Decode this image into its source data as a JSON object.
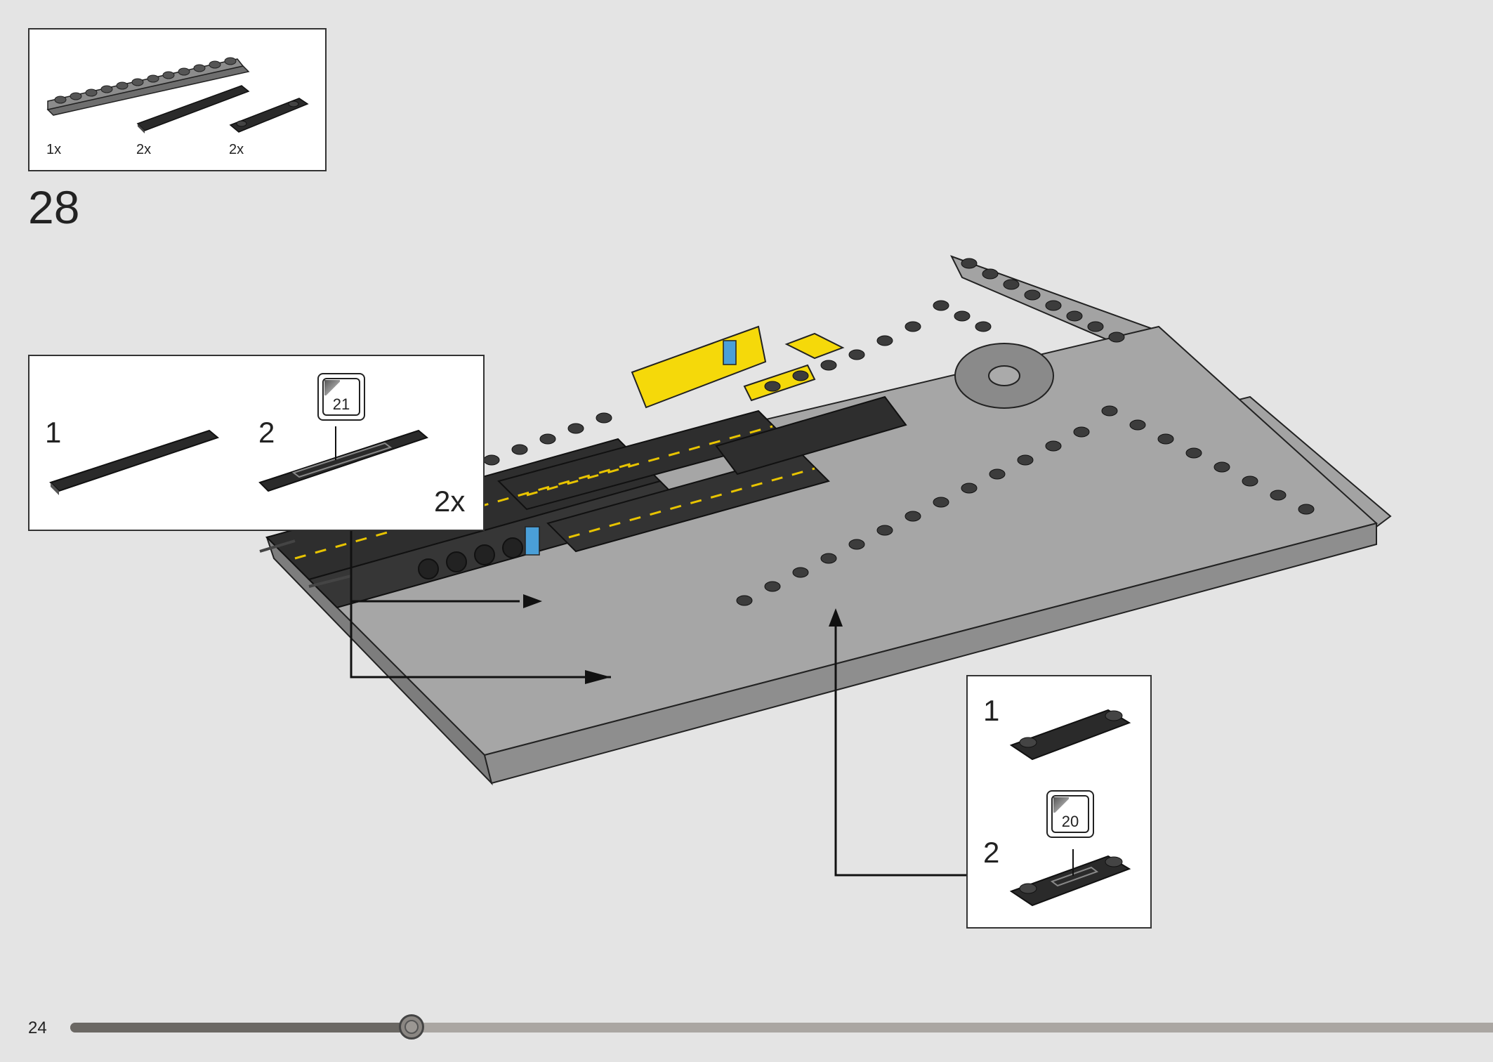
{
  "parts_list": {
    "items": [
      {
        "qty": "1x",
        "part": "grey-plate-1x12-icon"
      },
      {
        "qty": "2x",
        "part": "black-tile-1x6-icon"
      },
      {
        "qty": "2x",
        "part": "black-plate-1x4-with-studs-icon"
      }
    ]
  },
  "step": {
    "number": "28"
  },
  "callout_left": {
    "sub1": "1",
    "sub2": "2",
    "sticker": "21",
    "multiplier": "2x"
  },
  "callout_right": {
    "sub1": "1",
    "sub2": "2",
    "sticker": "20"
  },
  "footer": {
    "page_number": "24",
    "progress": 0.24
  },
  "colors": {
    "background": "#e4e4e4",
    "brick_grey": "#a3a3a3",
    "brick_dark": "#3a3a3a",
    "accent_yellow": "#f5d90a",
    "accent_blue": "#4a9fd8"
  }
}
